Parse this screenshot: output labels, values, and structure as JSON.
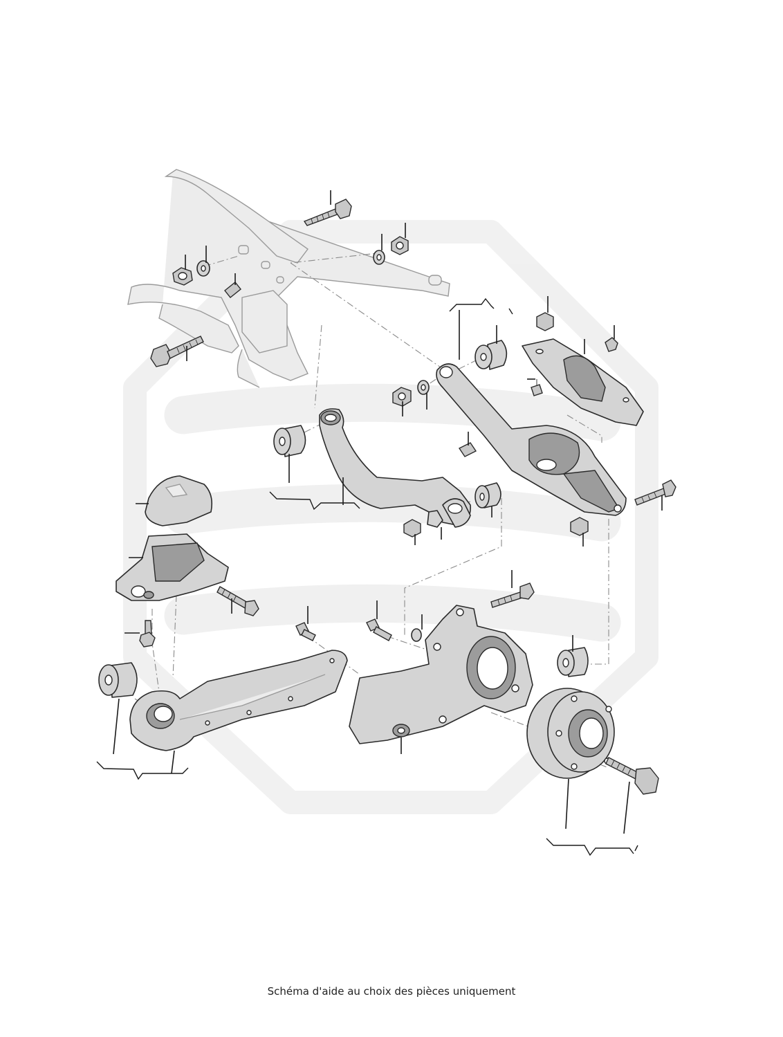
{
  "caption": "Schéma d'aide au choix des pièces uniquement",
  "colors": {
    "background": "#ffffff",
    "part_fill": "#d4d4d4",
    "outline": "#2a2a2a",
    "watermark": "#eeeeee"
  },
  "diagram": {
    "subject": "rear-suspension-exploded-view",
    "parts": [
      "subframe",
      "upper-control-arm",
      "lower-control-arm",
      "spring-plate-bracket",
      "subframe-mount",
      "mount-rubber-buffer",
      "trailing-arm",
      "wheel-carrier",
      "wheel-hub-bearing",
      "hub-bolt",
      "bushings",
      "nuts",
      "bolts",
      "washers"
    ]
  }
}
